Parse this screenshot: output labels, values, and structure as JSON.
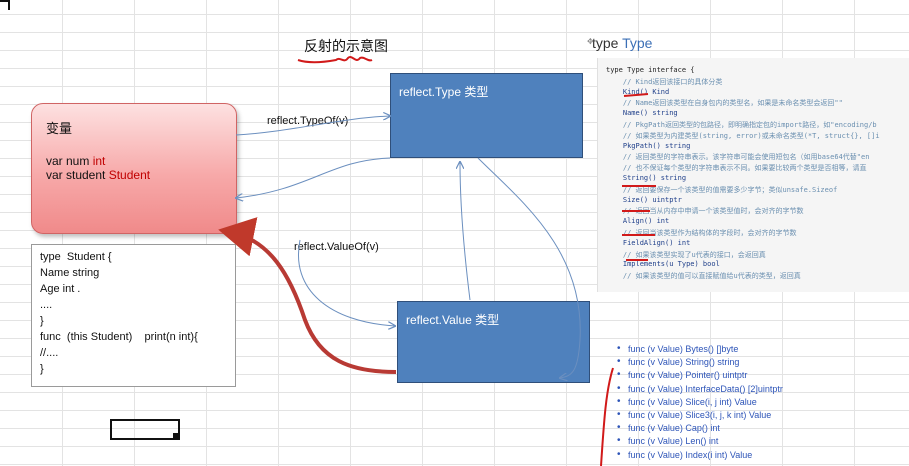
{
  "diagram": {
    "title": "反射的示意图",
    "variable_box": {
      "title": "变量",
      "line1_prefix": "var num ",
      "line1_type": "int",
      "line2_prefix": "var student ",
      "line2_type": "Student"
    },
    "struct_code": [
      "type  Student {",
      "Name string",
      "Age int .",
      "....",
      "}",
      "func  (this Student)    print(n int){",
      "//....",
      "}"
    ],
    "reflect_type_label": "reflect.Type 类型",
    "reflect_value_label": "reflect.Value 类型",
    "typeof_label": "reflect.TypeOf(v)",
    "valueof_label": "reflect.ValueOf(v)"
  },
  "type_doc": {
    "heading_prefix": "type ",
    "heading_accent": "Type",
    "lines": [
      {
        "text": "type Type interface {",
        "kind": "code"
      },
      {
        "text": "    // Kind返回该接口的具体分类",
        "kind": "comment"
      },
      {
        "text": "    Kind() Kind",
        "kind": "method"
      },
      {
        "text": "    // Name返回该类型在自身包内的类型名，如果是未命名类型会返回\"\"",
        "kind": "comment"
      },
      {
        "text": "    Name() string",
        "kind": "method"
      },
      {
        "text": "    // PkgPath返回类型的包路径，即明确指定包的import路径，如\"encoding/b",
        "kind": "comment"
      },
      {
        "text": "    // 如果类型为内建类型(string, error)或未命名类型(*T, struct{}, []i",
        "kind": "comment"
      },
      {
        "text": "    PkgPath() string",
        "kind": "method"
      },
      {
        "text": "    // 返回类型的字符串表示。该字符串可能会使用短包名（如用base64代替\"en",
        "kind": "comment"
      },
      {
        "text": "    // 也不保证每个类型的字符串表示不同。如果要比较两个类型是否相等，请直",
        "kind": "comment"
      },
      {
        "text": "    String() string",
        "kind": "method"
      },
      {
        "text": "    // 返回要保存一个该类型的值需要多少字节；类似unsafe.Sizeof",
        "kind": "comment"
      },
      {
        "text": "    Size() uintptr",
        "kind": "method"
      },
      {
        "text": "    // 返回当从内存中申请一个该类型值时，会对齐的字节数",
        "kind": "comment"
      },
      {
        "text": "    Align() int",
        "kind": "method"
      },
      {
        "text": "    // 返回当该类型作为结构体的字段时，会对齐的字节数",
        "kind": "comment"
      },
      {
        "text": "    FieldAlign() int",
        "kind": "method"
      },
      {
        "text": "    // 如果该类型实现了u代表的接口，会返回真",
        "kind": "comment"
      },
      {
        "text": "    Implements(u Type) bool",
        "kind": "method"
      },
      {
        "text": "    // 如果该类型的值可以直接赋值给u代表的类型，返回真",
        "kind": "comment"
      }
    ]
  },
  "value_methods": [
    "func (v Value) Bytes() []byte",
    "func (v Value) String() string",
    "func (v Value) Pointer() uintptr",
    "func (v Value) InterfaceData() [2]uintptr",
    "func (v Value) Slice(i, j int) Value",
    "func (v Value) Slice3(i, j, k int) Value",
    "func (v Value) Cap() int",
    "func (v Value) Len() int",
    "func (v Value) Index(i int) Value"
  ],
  "colors": {
    "box_blue": "#4f81bd",
    "arrow_blue": "#6b8fbf",
    "annotation_red": "#c0392b",
    "variable_pink": "#f7a9a9",
    "link_blue": "#2e55b8"
  }
}
